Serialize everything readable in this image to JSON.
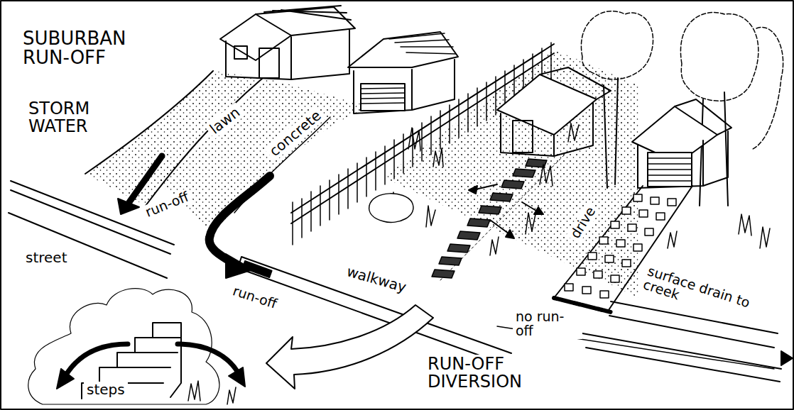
{
  "diagram": {
    "title": "SUBURBAN RUN-OFF",
    "labels": [
      "STORM WATER",
      "lawn",
      "concrete",
      "run-off",
      "street",
      "run-off",
      "walkway",
      "drive",
      "surface drain to creek",
      "no run-off",
      "RUN-OFF DIVERSION",
      "steps"
    ]
  }
}
